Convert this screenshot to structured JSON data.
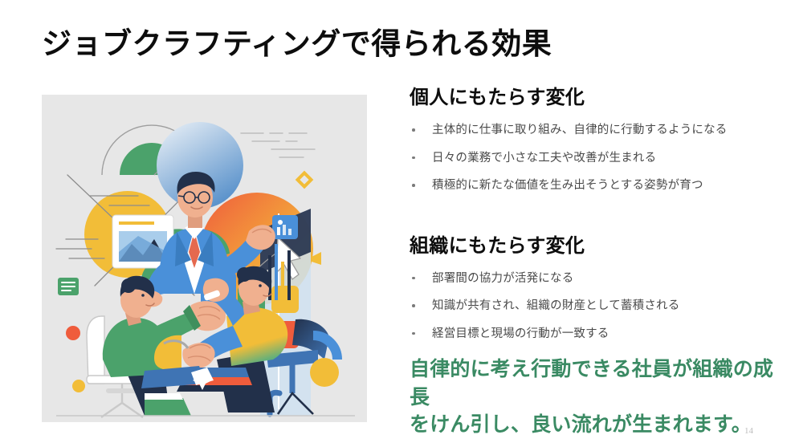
{
  "slide": {
    "title": "ジョブクラフティングで得られる効果",
    "page_number": "14",
    "background_color": "#ffffff",
    "accent_green": "#3a8a63"
  },
  "illustration": {
    "alt_name": "teamwork-growth-illustration",
    "background_color": "#e7e7e7",
    "palette": {
      "green": "#4ba26b",
      "yellow": "#f2bd38",
      "blue": "#4a90d9",
      "dark_blue": "#3a6ea8",
      "orange_red": "#ef5c3c",
      "navy": "#22304a",
      "skin": "#f0b08f",
      "light_blue": "#a9cdeb"
    }
  },
  "sections": [
    {
      "heading": "個人にもたらす変化",
      "bullets": [
        "主体的に仕事に取り組み、自律的に行動するようになる",
        "日々の業務で小さな工夫や改善が生まれる",
        "積極的に新たな価値を生み出そうとする姿勢が育つ"
      ]
    },
    {
      "heading": "組織にもたらす変化",
      "bullets": [
        "部署間の協力が活発になる",
        "知識が共有され、組織の財産として蓄積される",
        "経営目標と現場の行動が一致する"
      ]
    }
  ],
  "conclusion": {
    "line1": "自律的に考え行動できる社員が組織の成長",
    "line2": "をけん引し、良い流れが生まれます。"
  }
}
